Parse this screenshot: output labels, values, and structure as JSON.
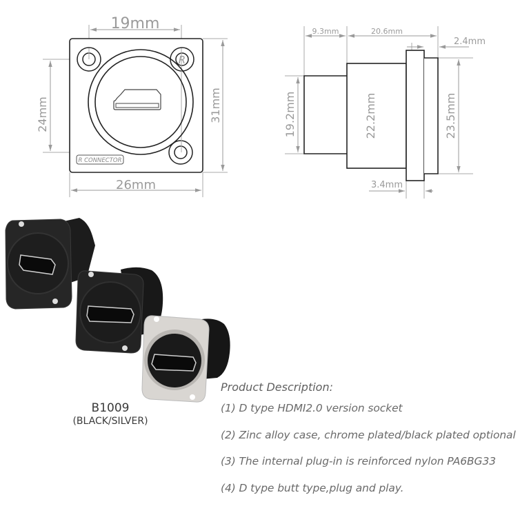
{
  "front_view": {
    "dimensions": {
      "hole_spacing_horizontal": "19mm",
      "hole_spacing_vertical": "24mm",
      "overall_width": "26mm",
      "overall_height": "31mm"
    },
    "brand_label": "R CONNECTOR",
    "logo_glyph": "R"
  },
  "side_view": {
    "dimensions": {
      "rear_length": "9.3mm",
      "body_length": "20.6mm",
      "flange_step": "2.4mm",
      "rear_diameter": "19.2mm",
      "body_diameter": "22.2mm",
      "flange_height": "23.5mm",
      "flange_thickness": "3.4mm"
    }
  },
  "product_photos": [
    {
      "name": "black-connector-angled",
      "finish": "black"
    },
    {
      "name": "black-connector-front",
      "finish": "black"
    },
    {
      "name": "silver-connector-front",
      "finish": "silver"
    }
  ],
  "model": {
    "code": "B1009",
    "variants": "(BLACK/SILVER)"
  },
  "description": {
    "title": "Product Description:",
    "items": [
      "(1) D type HDMI2.0 version socket",
      "(2) Zinc alloy case, chrome plated/black plated optional",
      "(3) The internal plug-in is reinforced nylon PA6BG33",
      "(4) D type butt type,plug and play."
    ]
  }
}
